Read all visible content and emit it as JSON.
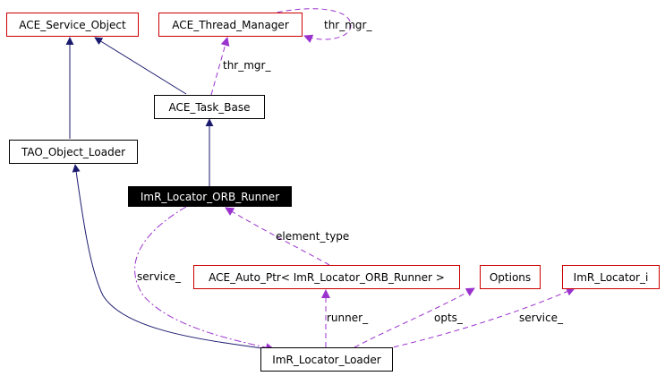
{
  "nodes": {
    "ace_service_object": "ACE_Service_Object",
    "ace_thread_manager": "ACE_Thread_Manager",
    "ace_task_base": "ACE_Task_Base",
    "tao_object_loader": "TAO_Object_Loader",
    "imr_locator_orb_runner": "ImR_Locator_ORB_Runner",
    "ace_auto_ptr": "ACE_Auto_Ptr< ImR_Locator_ORB_Runner >",
    "options": "Options",
    "imr_locator_i": "ImR_Locator_i",
    "imr_locator_loader": "ImR_Locator_Loader"
  },
  "edge_labels": {
    "thr_mgr_self": "thr_mgr_",
    "thr_mgr": "thr_mgr_",
    "element_type": "element_type",
    "service_left": "service_",
    "runner": "runner_",
    "opts": "opts_",
    "service_right": "service_"
  },
  "colors": {
    "inheritance_edge": "#1a1a6e",
    "usage_edge": "#9a32cd",
    "node_border": "#cc0000",
    "focus_node_fill": "#000000"
  }
}
